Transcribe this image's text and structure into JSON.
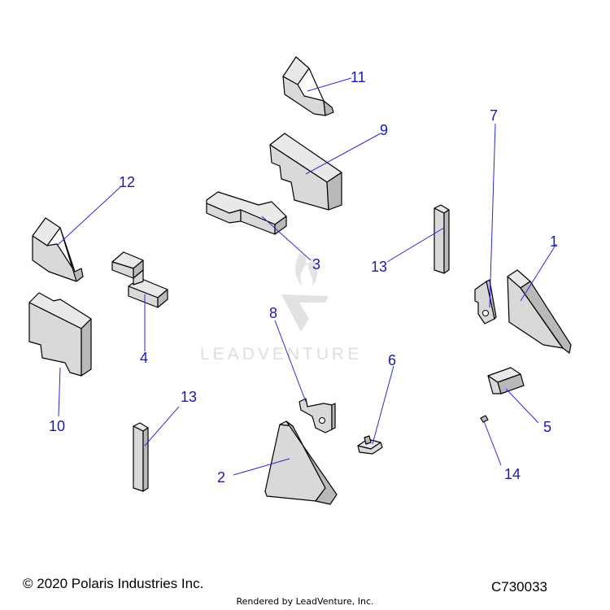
{
  "callouts": {
    "c1": "1",
    "c2": "2",
    "c3": "3",
    "c4": "4",
    "c5": "5",
    "c6": "6",
    "c7": "7",
    "c8": "8",
    "c9": "9",
    "c10": "10",
    "c11": "11",
    "c12": "12",
    "c13a": "13",
    "c13b": "13",
    "c14": "14"
  },
  "watermark": {
    "text": "LEADVENTURE"
  },
  "footer": {
    "copyright": "© 2020 Polaris Industries Inc.",
    "diagram_id": "C730033",
    "rendered_by": "Rendered by LeadVenture, Inc."
  },
  "colors": {
    "callout": "#1a1ab0",
    "part_fill": "#d9d9d9",
    "watermark": "#dedede"
  }
}
